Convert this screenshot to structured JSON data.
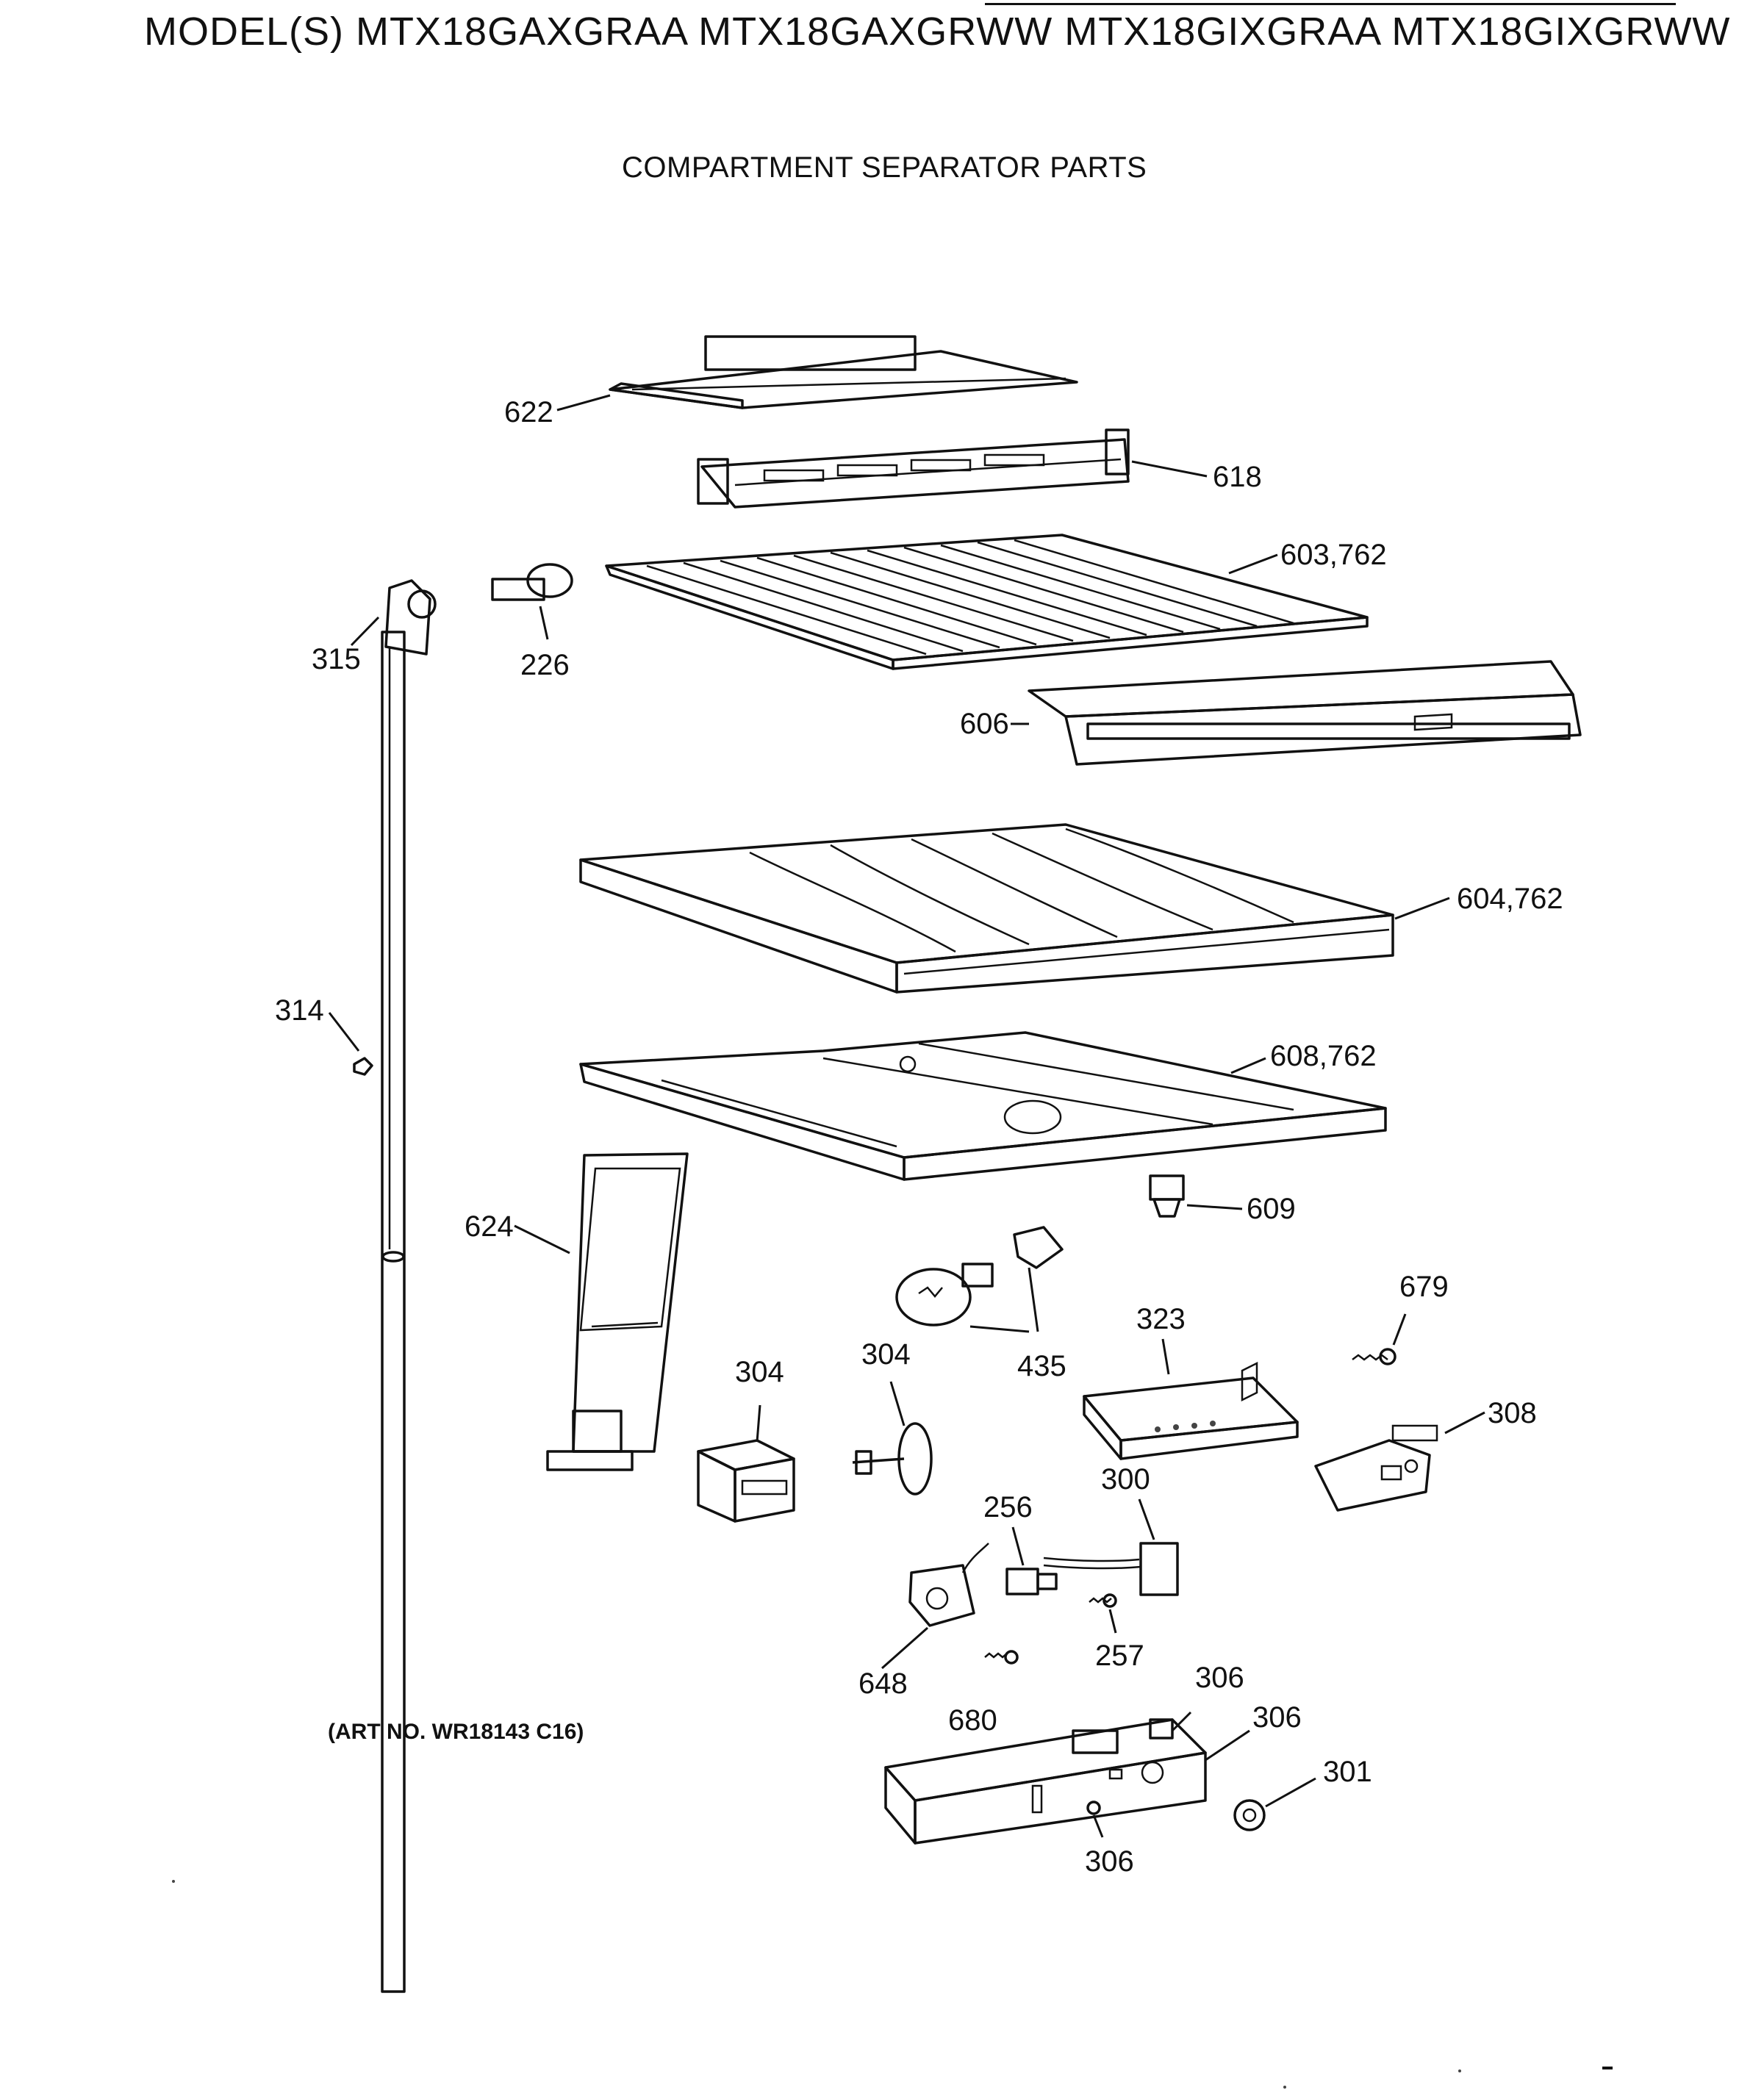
{
  "header": {
    "models": "MODEL(S) MTX18GAXGRAA  MTX18GAXGRWW  MTX18GIXGRAA  MTX18GIXGRWW",
    "section": "COMPARTMENT SEPARATOR PARTS"
  },
  "art_number": "(ART NO. WR18143 C16)",
  "callouts": {
    "p622": "622",
    "p618": "618",
    "p603": "603,762",
    "p315": "315",
    "p226": "226",
    "p606": "606",
    "p604": "604,762",
    "p314": "314",
    "p608": "608,762",
    "p609": "609",
    "p624": "624",
    "p679": "679",
    "p435": "435",
    "p323": "323",
    "p304a": "304",
    "p304b": "304",
    "p308": "308",
    "p256": "256",
    "p300": "300",
    "p257": "257",
    "p648": "648",
    "p680": "680",
    "p306a": "306",
    "p306b": "306",
    "p306c": "306",
    "p301": "301"
  }
}
